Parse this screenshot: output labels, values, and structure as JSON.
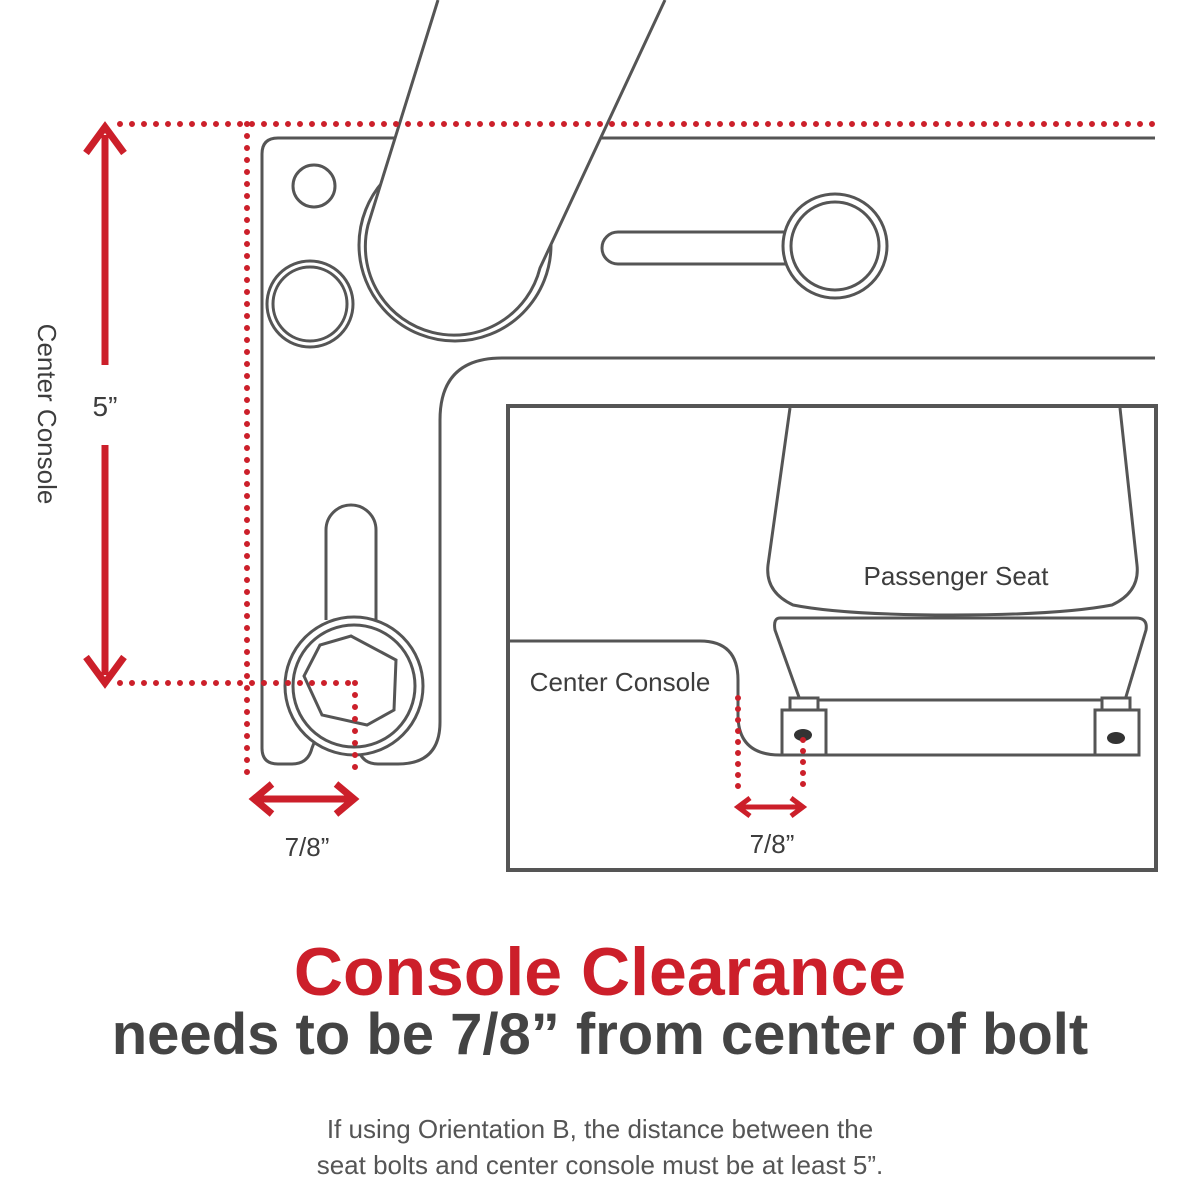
{
  "diagram": {
    "left_vertical_label": "Center Console",
    "height_measure": "5”",
    "left_offset_measure": "7/8”",
    "inset_seat_label": "Passenger Seat",
    "inset_console_label": "Center Console",
    "inset_offset_measure": "7/8”",
    "colors": {
      "accent_red": "#cc1f2a",
      "line_gray": "#555555"
    }
  },
  "heading": {
    "title": "Console Clearance",
    "subtitle": "needs to be 7/8” from center of bolt"
  },
  "note": {
    "line1": "If using Orientation B, the distance between the",
    "line2": "seat bolts and center console must be at least 5”."
  }
}
